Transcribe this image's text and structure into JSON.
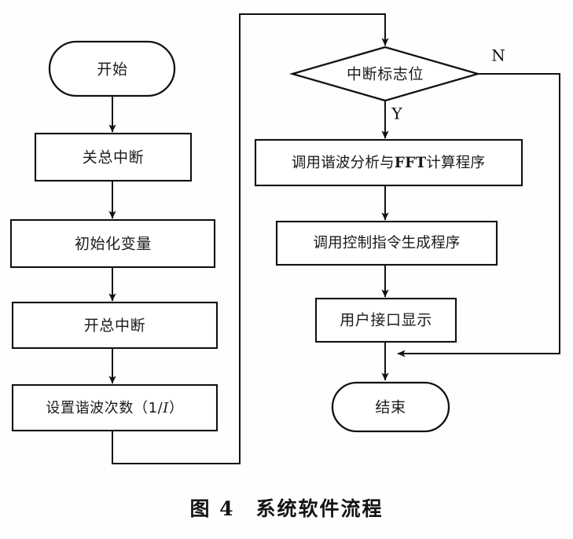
{
  "figure": {
    "caption_number": "图 4",
    "caption_title": "系统软件流程",
    "caption_full": "图 4　系统软件流程"
  },
  "flowchart": {
    "type": "flowchart",
    "orientation": "two-column",
    "nodes": [
      {
        "id": "start",
        "shape": "terminator",
        "label": "开始",
        "column": "left",
        "order": 1
      },
      {
        "id": "disable_int",
        "shape": "process",
        "label": "关总中断",
        "column": "left",
        "order": 2
      },
      {
        "id": "init_var",
        "shape": "process",
        "label": "初始化变量",
        "column": "left",
        "order": 3
      },
      {
        "id": "enable_int",
        "shape": "process",
        "label": "开总中断",
        "column": "left",
        "order": 4
      },
      {
        "id": "set_order",
        "shape": "process",
        "label": "设置谐波次数（1/I）",
        "column": "left",
        "order": 5
      },
      {
        "id": "int_flag",
        "shape": "decision",
        "label": "中断标志位",
        "column": "right",
        "order": 6
      },
      {
        "id": "fft_call",
        "shape": "process",
        "label": "调用谐波分析与FFT计算程序",
        "column": "right",
        "order": 7
      },
      {
        "id": "ctrl_call",
        "shape": "process",
        "label": "调用控制指令生成程序",
        "column": "right",
        "order": 8
      },
      {
        "id": "ui_display",
        "shape": "process",
        "label": "用户接口显示",
        "column": "right",
        "order": 9
      },
      {
        "id": "end",
        "shape": "terminator",
        "label": "结束",
        "column": "right",
        "order": 10
      }
    ],
    "branch_labels": {
      "yes": "Y",
      "no": "N"
    },
    "edges": [
      {
        "from": "start",
        "to": "disable_int",
        "label": ""
      },
      {
        "from": "disable_int",
        "to": "init_var",
        "label": ""
      },
      {
        "from": "init_var",
        "to": "enable_int",
        "label": ""
      },
      {
        "from": "enable_int",
        "to": "set_order",
        "label": ""
      },
      {
        "from": "set_order",
        "to": "int_flag",
        "label": "",
        "routing": "loop-left-bottom-up-top-right"
      },
      {
        "from": "int_flag",
        "to": "fft_call",
        "label": "Y"
      },
      {
        "from": "int_flag",
        "to": "end",
        "label": "N",
        "routing": "right-down-left"
      },
      {
        "from": "fft_call",
        "to": "ctrl_call",
        "label": ""
      },
      {
        "from": "ctrl_call",
        "to": "ui_display",
        "label": ""
      },
      {
        "from": "ui_display",
        "to": "end",
        "label": ""
      }
    ]
  },
  "set_order_parts": {
    "prefix": "设置谐波次数（1/",
    "italic_var": "I",
    "suffix": "）"
  },
  "fft_parts": {
    "prefix": "调用谐波分析与",
    "bold_acronym": "FFT",
    "suffix": "计算程序"
  },
  "colors": {
    "stroke": "#111111",
    "fill": "#ffffff",
    "background": "#fefefe",
    "text": "#1a1a1a"
  }
}
